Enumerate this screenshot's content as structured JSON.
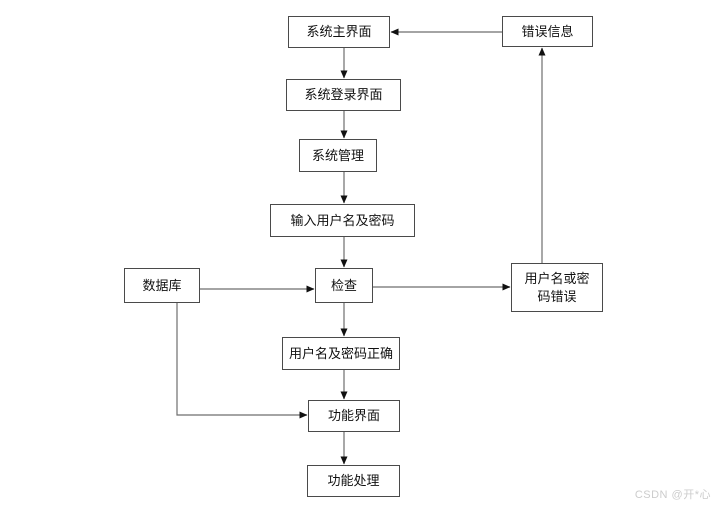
{
  "diagram": {
    "title": "system-login-flowchart",
    "nodes": {
      "main_ui": "系统主界面",
      "error_info": "错误信息",
      "login_ui": "系统登录界面",
      "sys_mgmt": "系统管理",
      "input_cred": "输入用户名及密码",
      "database": "数据库",
      "check": "检查",
      "cred_error": "用户名或密\n码错误",
      "cred_correct": "用户名及密码正确",
      "func_ui": "功能界面",
      "func_proc": "功能处理"
    },
    "edges": [
      {
        "from": "main_ui",
        "to": "login_ui"
      },
      {
        "from": "login_ui",
        "to": "sys_mgmt"
      },
      {
        "from": "sys_mgmt",
        "to": "input_cred"
      },
      {
        "from": "input_cred",
        "to": "check"
      },
      {
        "from": "database",
        "to": "check"
      },
      {
        "from": "check",
        "to": "cred_error"
      },
      {
        "from": "check",
        "to": "cred_correct"
      },
      {
        "from": "cred_correct",
        "to": "func_ui"
      },
      {
        "from": "database",
        "to": "func_ui"
      },
      {
        "from": "func_ui",
        "to": "func_proc"
      },
      {
        "from": "cred_error",
        "to": "error_info"
      },
      {
        "from": "error_info",
        "to": "main_ui"
      }
    ],
    "colors": {
      "line": "#6e6e6e",
      "arrowhead": "#111111",
      "box_border": "#4a4a4a",
      "box_fill": "#ffffff",
      "text": "#111111",
      "watermark": "#cccccc"
    },
    "watermark": "CSDN @开*心"
  }
}
